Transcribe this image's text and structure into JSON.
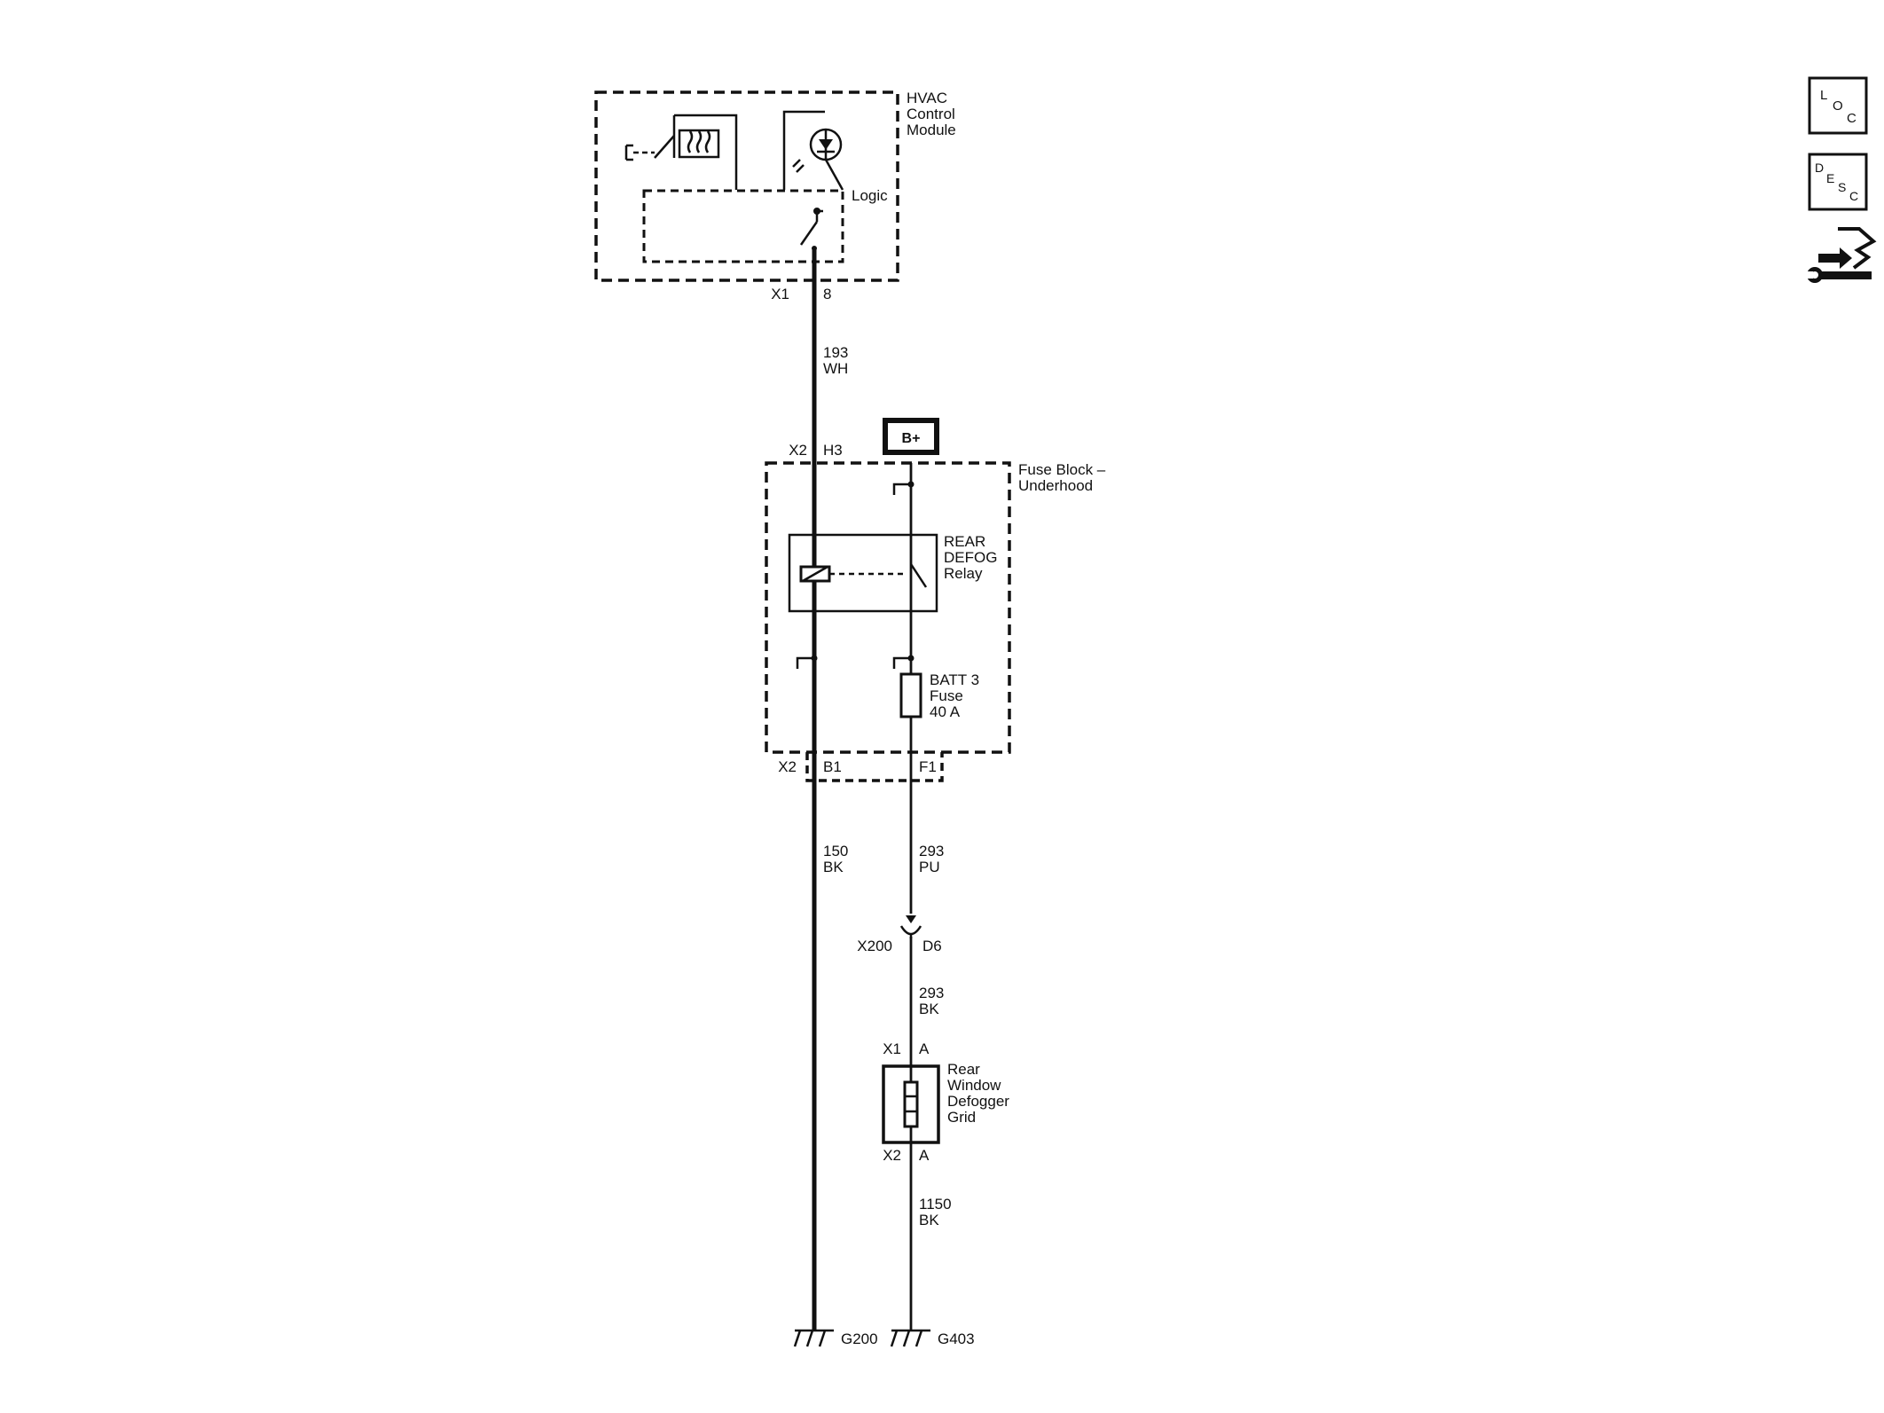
{
  "hvac_module": {
    "title_lines": [
      "HVAC",
      "Control",
      "Module"
    ],
    "logic_label": "Logic",
    "connector": "X1",
    "pin": "8"
  },
  "wire_193": {
    "circuit": "193",
    "color": "WH"
  },
  "fuse_block": {
    "title_lines": [
      "Fuse Block –",
      "Underhood"
    ],
    "top_connector": "X2",
    "top_pin": "H3",
    "b_plus_label": "B+",
    "relay_lines": [
      "REAR",
      "DEFOG",
      "Relay"
    ],
    "fuse_lines": [
      "BATT 3",
      "Fuse",
      "40 A"
    ],
    "bottom_connector": "X2",
    "bottom_pin_left": "B1",
    "bottom_pin_right": "F1"
  },
  "wire_150": {
    "circuit": "150",
    "color": "BK"
  },
  "wire_293_pu": {
    "circuit": "293",
    "color": "PU"
  },
  "inline_connector": {
    "name": "X200",
    "pin": "D6"
  },
  "wire_293_bk": {
    "circuit": "293",
    "color": "BK"
  },
  "defogger_grid": {
    "label_lines": [
      "Rear",
      "Window",
      "Defogger",
      "Grid"
    ],
    "top_connector": "X1",
    "top_pin": "A",
    "bottom_connector": "X2",
    "bottom_pin": "A"
  },
  "wire_1150": {
    "circuit": "1150",
    "color": "BK"
  },
  "grounds": {
    "left": "G200",
    "right": "G403"
  },
  "side_icons": {
    "loc": {
      "icon": "location-icon",
      "letters": [
        "L",
        "O",
        "C"
      ]
    },
    "desc": {
      "icon": "description-icon",
      "letters": [
        "D",
        "E",
        "S",
        "C"
      ]
    },
    "service": {
      "icon": "service-wrench-icon"
    }
  }
}
